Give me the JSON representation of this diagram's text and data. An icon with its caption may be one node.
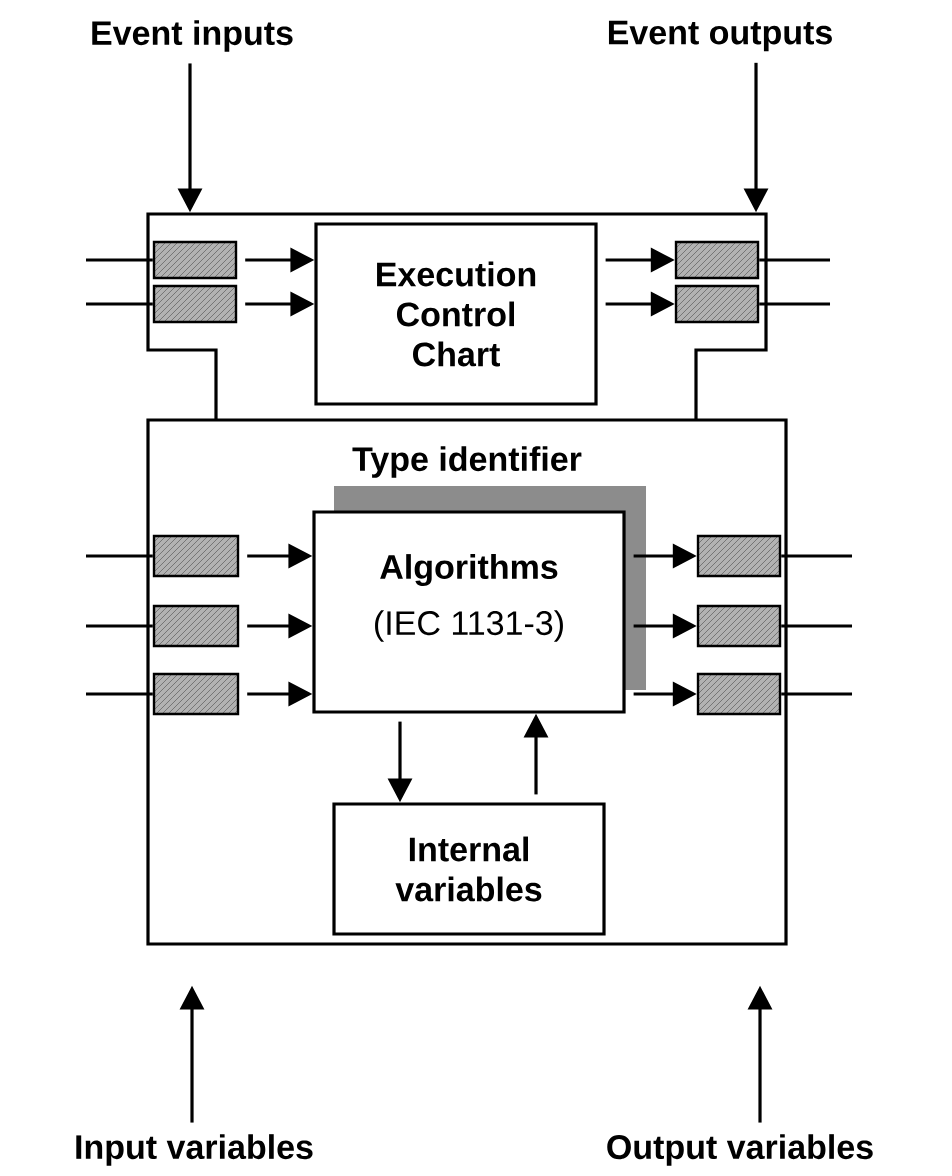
{
  "diagram": {
    "nodes": [
      {
        "text": [
          "Event inputs"
        ]
      },
      {
        "text": [
          "Event outputs"
        ]
      },
      {
        "text": [],
        "shape": "box"
      },
      {
        "text": [],
        "shape": "box",
        "in": 2
      },
      {
        "text": [],
        "shape": "box",
        "in": 2
      },
      {
        "text": [
          "Execution Control Chart"
        ],
        "in": 2
      },
      {
        "text": [],
        "shape": "box",
        "in": 2
      },
      {
        "text": [],
        "shape": "box",
        "in": 2
      },
      {
        "text": [
          "Type identifier"
        ]
      },
      {
        "text": [
          "Algorithms",
          "(IEC 1131-3)"
        ],
        "in": 8
      },
      {
        "text": [],
        "shape": "box",
        "in": 8
      },
      {
        "text": [],
        "shape": "box",
        "in": 8
      },
      {
        "text": [],
        "shape": "box",
        "in": 8
      },
      {
        "text": [],
        "shape": "box",
        "in": 8
      },
      {
        "text": [],
        "shape": "box",
        "in": 8
      },
      {
        "text": [],
        "shape": "box",
        "in": 8
      },
      {
        "text": [
          "Internal variables"
        ],
        "in": 8
      },
      {
        "text": [
          "Input variables"
        ]
      },
      {
        "text": [
          "Output variables"
        ]
      }
    ],
    "edges": [
      {
        "from": 0,
        "to": 2,
        "arrow": "to"
      },
      {
        "from": 1,
        "to": 2,
        "arrow": "to"
      },
      {
        "from": null,
        "to": 3,
        "arrow": "none"
      },
      {
        "from": null,
        "to": 4,
        "arrow": "none"
      },
      {
        "from": 3,
        "to": 5,
        "arrow": "to"
      },
      {
        "from": 4,
        "to": 5,
        "arrow": "to"
      },
      {
        "from": 5,
        "to": 6,
        "arrow": "to"
      },
      {
        "from": 5,
        "to": 7,
        "arrow": "to"
      },
      {
        "from": 6,
        "to": null,
        "arrow": "none"
      },
      {
        "from": 7,
        "to": null,
        "arrow": "none"
      },
      {
        "from": null,
        "to": 10,
        "arrow": "none"
      },
      {
        "from": null,
        "to": 11,
        "arrow": "none"
      },
      {
        "from": null,
        "to": 12,
        "arrow": "none"
      },
      {
        "from": 10,
        "to": 9,
        "arrow": "to"
      },
      {
        "from": 11,
        "to": 9,
        "arrow": "to"
      },
      {
        "from": 12,
        "to": 9,
        "arrow": "to"
      },
      {
        "from": 9,
        "to": 13,
        "arrow": "to"
      },
      {
        "from": 9,
        "to": 14,
        "arrow": "to"
      },
      {
        "from": 9,
        "to": 15,
        "arrow": "to"
      },
      {
        "from": 13,
        "to": null,
        "arrow": "none"
      },
      {
        "from": 14,
        "to": null,
        "arrow": "none"
      },
      {
        "from": 15,
        "to": null,
        "arrow": "none"
      },
      {
        "from": 9,
        "to": 16,
        "arrow": "to"
      },
      {
        "from": 16,
        "to": 9,
        "arrow": "to"
      },
      {
        "from": 17,
        "to": 8,
        "arrow": "to"
      },
      {
        "from": 18,
        "to": 8,
        "arrow": "to"
      }
    ]
  }
}
